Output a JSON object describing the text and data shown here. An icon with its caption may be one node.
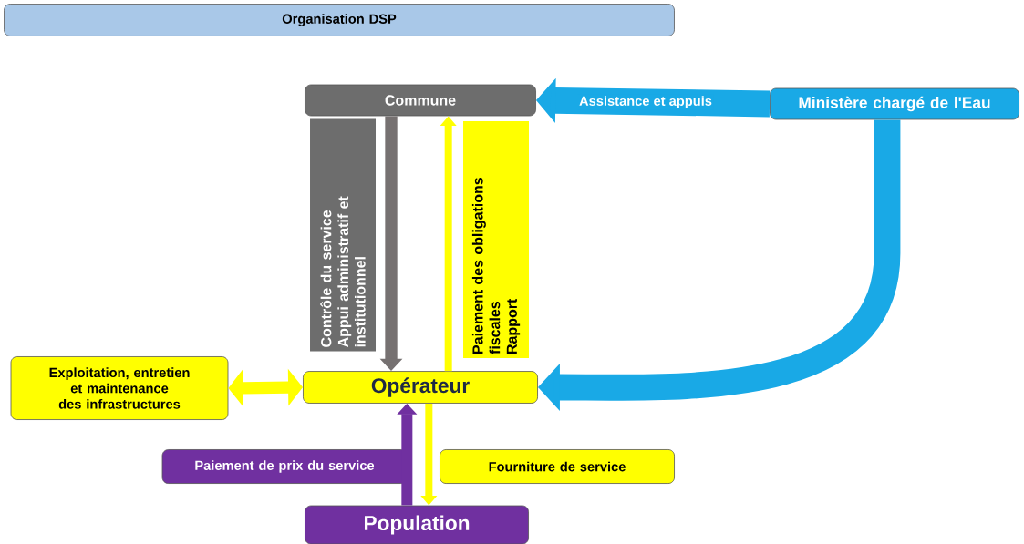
{
  "diagram": {
    "nodes": [
      {
        "text": [
          "Organisation DSP"
        ]
      },
      {
        "text": [
          "Commune"
        ]
      },
      {
        "text": [
          "Ministère chargé de l'Eau"
        ]
      },
      {
        "text": [
          "Opérateur"
        ]
      },
      {
        "text": [
          "Exploitation, entretien et maintenance des infrastructures"
        ]
      },
      {
        "text": [
          "Population"
        ]
      },
      {
        "text": [
          "Paiement de prix du service"
        ]
      },
      {
        "text": [
          "Fourniture de service"
        ]
      },
      {
        "text": [
          "Contrôle du service",
          "Appui administratif et institutionnel"
        ]
      },
      {
        "text": [
          "Paiement des obligations fiscales",
          "Rapport"
        ]
      }
    ],
    "edges": [
      {
        "from": 2,
        "to": 1,
        "arrow": "to",
        "label": "Assistance et appuis",
        "style": "thick",
        "color": "#19a9e6"
      },
      {
        "from": 2,
        "to": 3,
        "arrow": "to",
        "style": "thick",
        "color": "#19a9e6"
      },
      {
        "from": 1,
        "to": 3,
        "arrow": "to",
        "color": "#767171"
      },
      {
        "from": 3,
        "to": 1,
        "arrow": "to"
      },
      {
        "from": 4,
        "to": 3,
        "arrow": "both"
      },
      {
        "from": 5,
        "to": 3,
        "arrow": "to",
        "color": "#7030a0"
      },
      {
        "from": 3,
        "to": 5,
        "arrow": "to"
      }
    ]
  }
}
